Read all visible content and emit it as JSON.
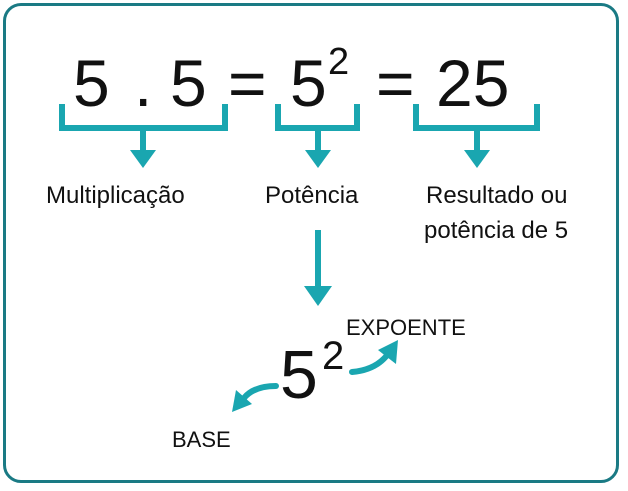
{
  "equation": {
    "left_base": "5",
    "dot": ".",
    "right_base": "5",
    "equals_1": "=",
    "power_base": "5",
    "power_exponent": "2",
    "equals_2": "=",
    "result": "25"
  },
  "labels": {
    "multiplication": "Multiplicação",
    "power": "Potência",
    "result_line1": "Resultado ou",
    "result_line2": "potência de 5"
  },
  "detail": {
    "base_value": "5",
    "exponent_value": "2",
    "exponent_label": "EXPOENTE",
    "base_label": "BASE"
  },
  "colors": {
    "accent": "#1aa6b0",
    "border": "#1a7a84",
    "text": "#111111"
  }
}
